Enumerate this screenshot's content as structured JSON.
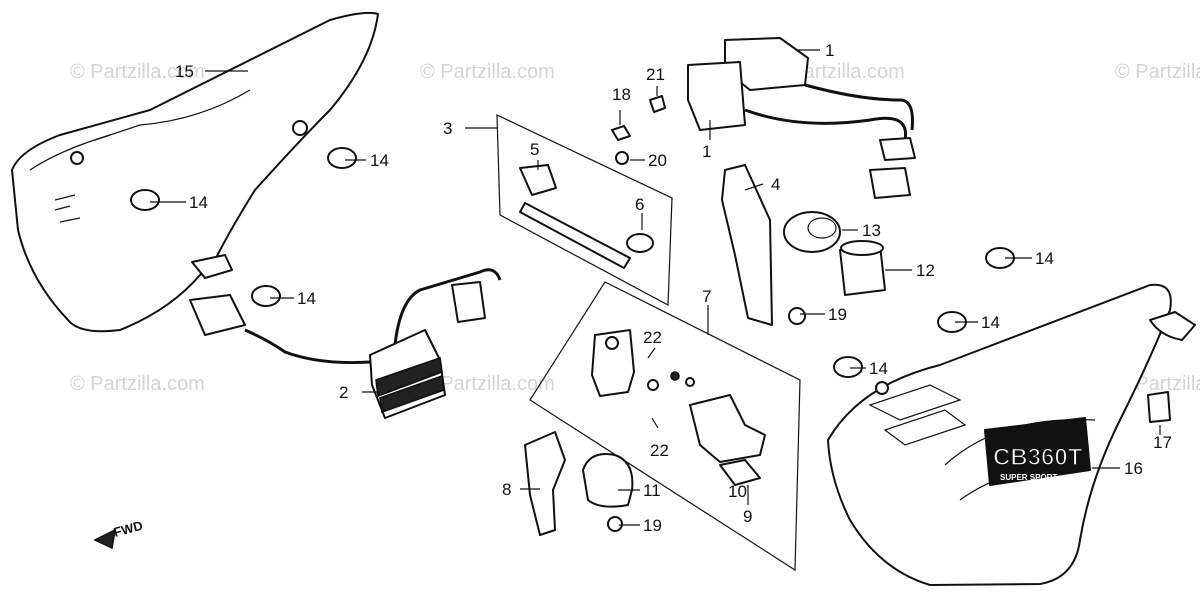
{
  "diagram": {
    "watermark": "© Partzilla.com",
    "fwd_label": "FWD",
    "panel_logo": "CB360T",
    "panel_sub_logo": "SUPER SPORT",
    "callouts": {
      "c1a": "1",
      "c1b": "1",
      "c2": "2",
      "c3": "3",
      "c4": "4",
      "c5": "5",
      "c6": "6",
      "c7": "7",
      "c8": "8",
      "c9": "9",
      "c10": "10",
      "c11": "11",
      "c12": "12",
      "c13": "13",
      "c14a": "14",
      "c14b": "14",
      "c14c": "14",
      "c14d": "14",
      "c14e": "14",
      "c14f": "14",
      "c15": "15",
      "c16": "16",
      "c17": "17",
      "c18": "18",
      "c19a": "19",
      "c19b": "19",
      "c20": "20",
      "c21": "21",
      "c22a": "22",
      "c22b": "22"
    }
  }
}
